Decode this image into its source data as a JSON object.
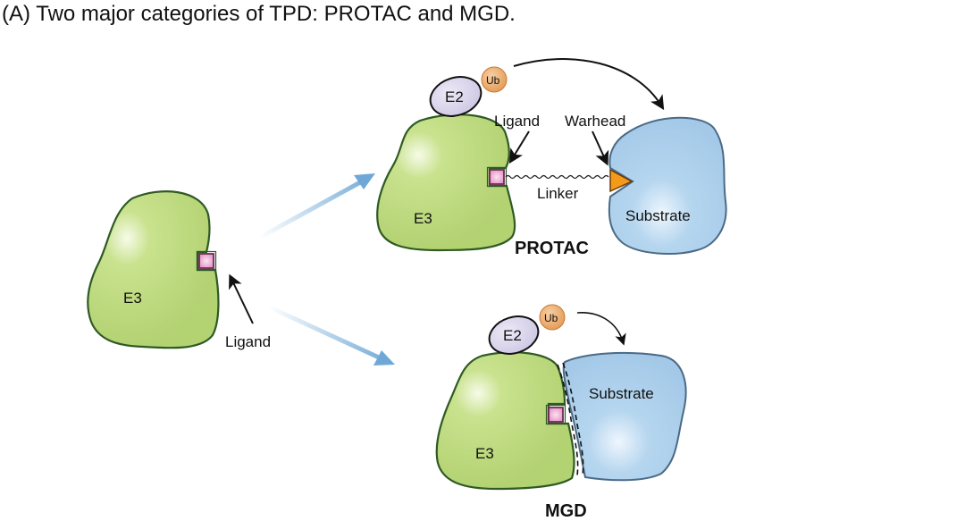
{
  "title": "(A) Two major categories of TPD: PROTAC and MGD.",
  "colors": {
    "e3_fill": "#b8d67a",
    "e3_stroke": "#2f5a24",
    "substrate_fill": "#a9cdea",
    "substrate_stroke": "#4a6a86",
    "e2_fill": "#d4cfe6",
    "ub_fill": "#e8a464",
    "ligand_fill": "#e89ac8",
    "warhead_fill": "#f39a1a",
    "flow_arrow": "#6fa8d6"
  },
  "left": {
    "e3_label": "E3",
    "ligand_label": "Ligand"
  },
  "protac": {
    "e2_label": "E2",
    "ub_label": "Ub",
    "e3_label": "E3",
    "ligand_label": "Ligand",
    "warhead_label": "Warhead",
    "linker_label": "Linker",
    "substrate_label": "Substrate",
    "name": "PROTAC"
  },
  "mgd": {
    "e2_label": "E2",
    "ub_label": "Ub",
    "e3_label": "E3",
    "substrate_label": "Substrate",
    "name": "MGD"
  }
}
